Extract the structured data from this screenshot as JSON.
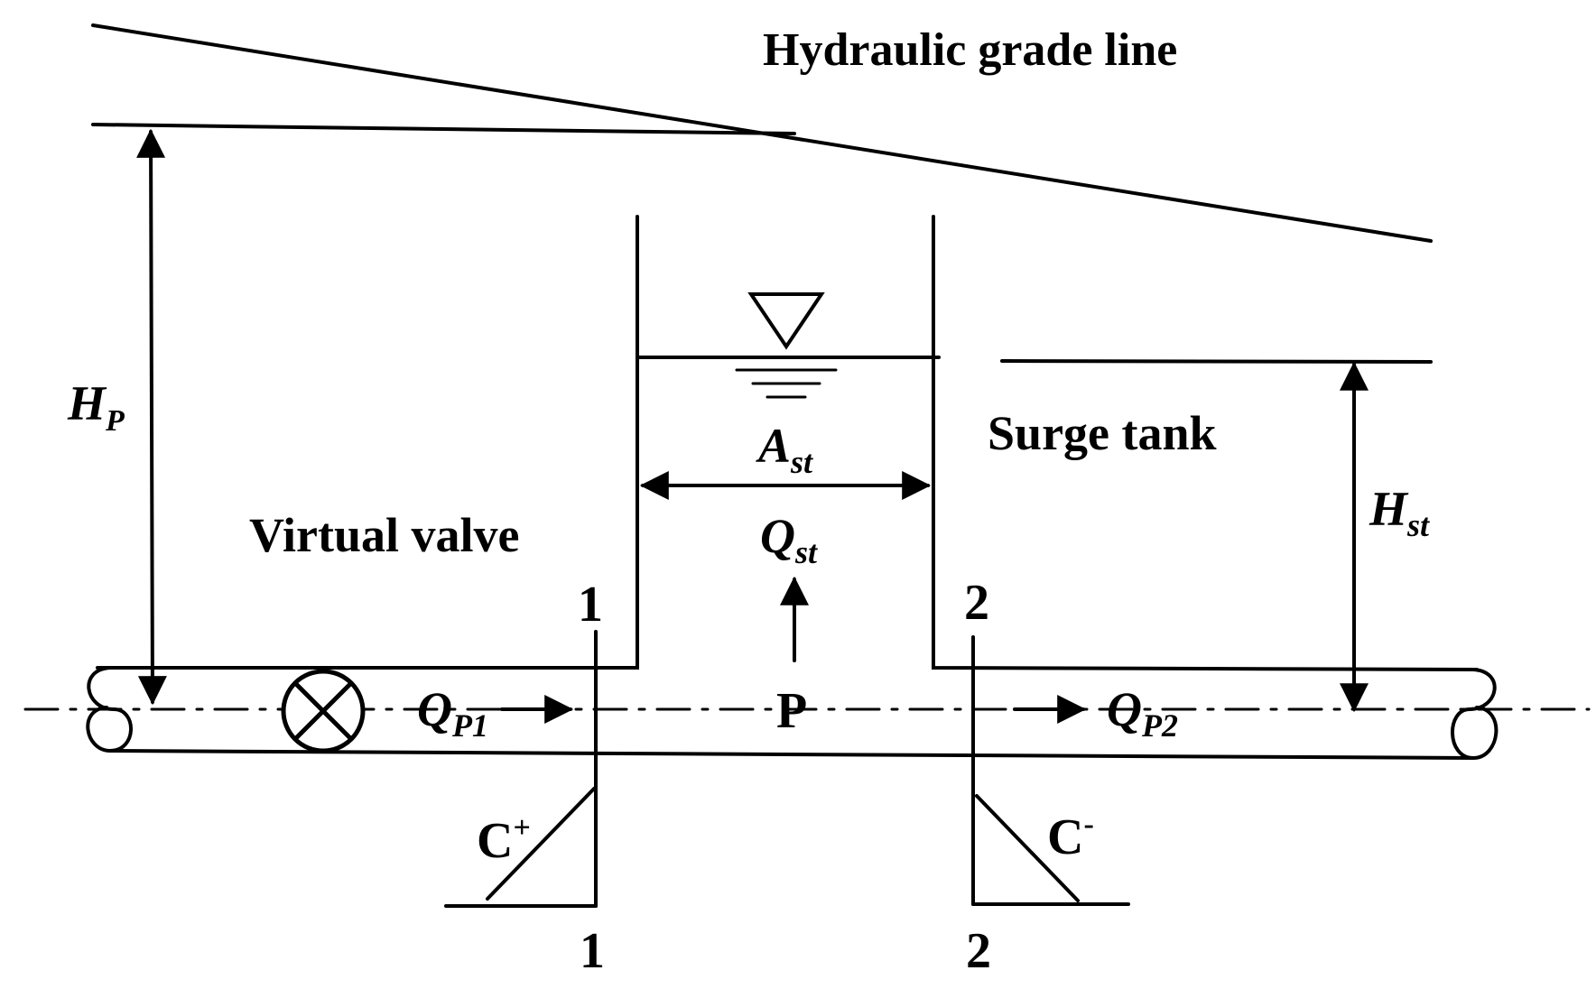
{
  "labels": {
    "hgl": "Hydraulic  grade line",
    "surge_tank": "Surge tank",
    "virtual_valve": "Virtual  valve",
    "section_1_top": "1",
    "section_1_bottom": "1",
    "section_2_top": "2",
    "section_2_bottom": "2",
    "node_p": "P",
    "c_plus": {
      "base": "C",
      "sup": "+"
    },
    "c_minus": {
      "base": "C",
      "sup": "-"
    }
  },
  "symbols": {
    "h_p": {
      "base": "H",
      "sub": "P"
    },
    "h_st": {
      "base": "H",
      "sub": "st"
    },
    "a_st": {
      "base": "A",
      "sub": "st"
    },
    "q_st": {
      "base": "Q",
      "sub": "st"
    },
    "q_p1": {
      "base": "Q",
      "sub": "P1"
    },
    "q_p2": {
      "base": "Q",
      "sub": "P2"
    }
  },
  "icons": {
    "valve": "valve-cross-circle-icon",
    "water_level": "water-level-triangle-icon",
    "pipe_break": "pipe-break-icon"
  },
  "colors": {
    "ink": "#000000",
    "background": "#ffffff"
  }
}
